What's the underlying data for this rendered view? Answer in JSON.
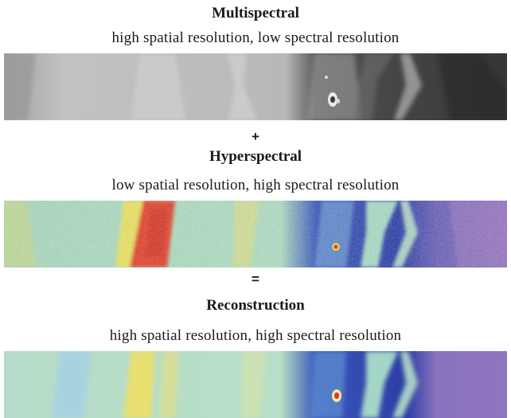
{
  "panels": [
    {
      "title": "Multispectral",
      "subtitle": "high spatial resolution, low spectral resolution"
    },
    {
      "title": "Hyperspectral",
      "subtitle": "low spatial resolution, high spectral resolution"
    },
    {
      "title": "Reconstruction",
      "subtitle": "high spatial resolution, high spectral resolution"
    }
  ],
  "operators": {
    "plus": "+",
    "equals": "="
  }
}
